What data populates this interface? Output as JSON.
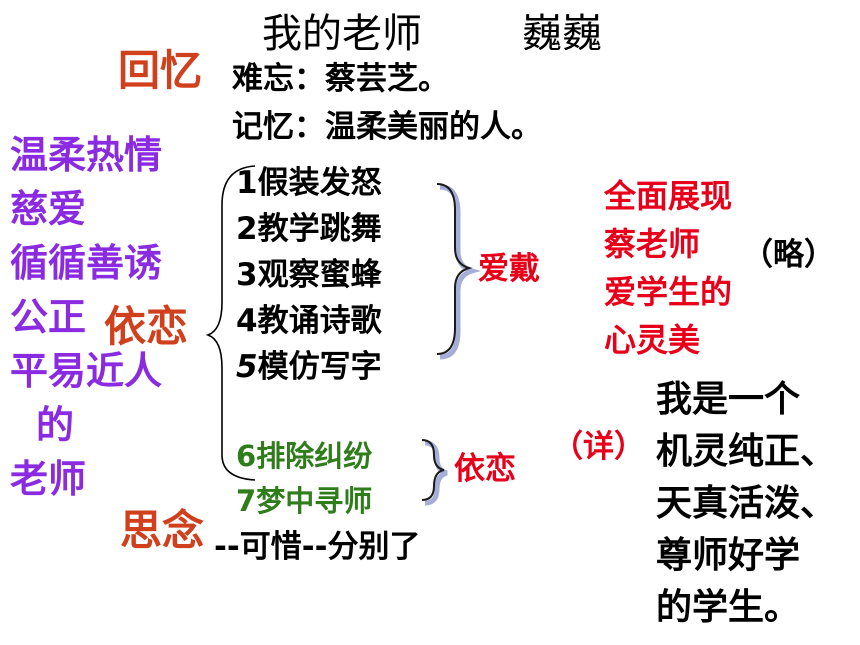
{
  "slide": {
    "title": "我的老师",
    "author": "巍巍",
    "section_recall": "回忆",
    "section_attach": "依恋",
    "section_miss": "思念",
    "lines": {
      "hard_to_forget": "难忘：蔡芸芝。",
      "memory": "记忆：温柔美丽的人。",
      "regret": "--可惜--分别了"
    },
    "events_love": [
      {
        "num": "1",
        "text": "假装发怒"
      },
      {
        "num": "2",
        "text": "教学跳舞"
      },
      {
        "num": "3",
        "text": "观察蜜蜂"
      },
      {
        "num": "4",
        "text": "教诵诗歌"
      },
      {
        "num": "5",
        "text": "模仿写字"
      }
    ],
    "events_attach": [
      {
        "num": "6",
        "text": "排除纠纷"
      },
      {
        "num": "7",
        "text": "梦中寻师"
      }
    ],
    "label_love": "爱戴",
    "label_attach": "依恋",
    "teacher_traits": [
      "温柔热情",
      "慈爱",
      "循循善诱",
      "公正",
      "平易近人",
      "的",
      "老师"
    ],
    "summary_teacher": [
      "全面展现",
      "蔡老师",
      "爱学生的",
      "心灵美"
    ],
    "note_brief": "（略）",
    "note_detail": "（详）",
    "student_traits": [
      "我是一个",
      "机灵纯正、",
      "天真活泼、",
      "尊师好学",
      "的学生。"
    ],
    "colors": {
      "red_accent": "#d0401c",
      "purple": "#8a2be2",
      "red": "#e8001a",
      "green": "#2e7d1a",
      "black": "#000000",
      "brace_blue": "#3b4fa0"
    }
  }
}
